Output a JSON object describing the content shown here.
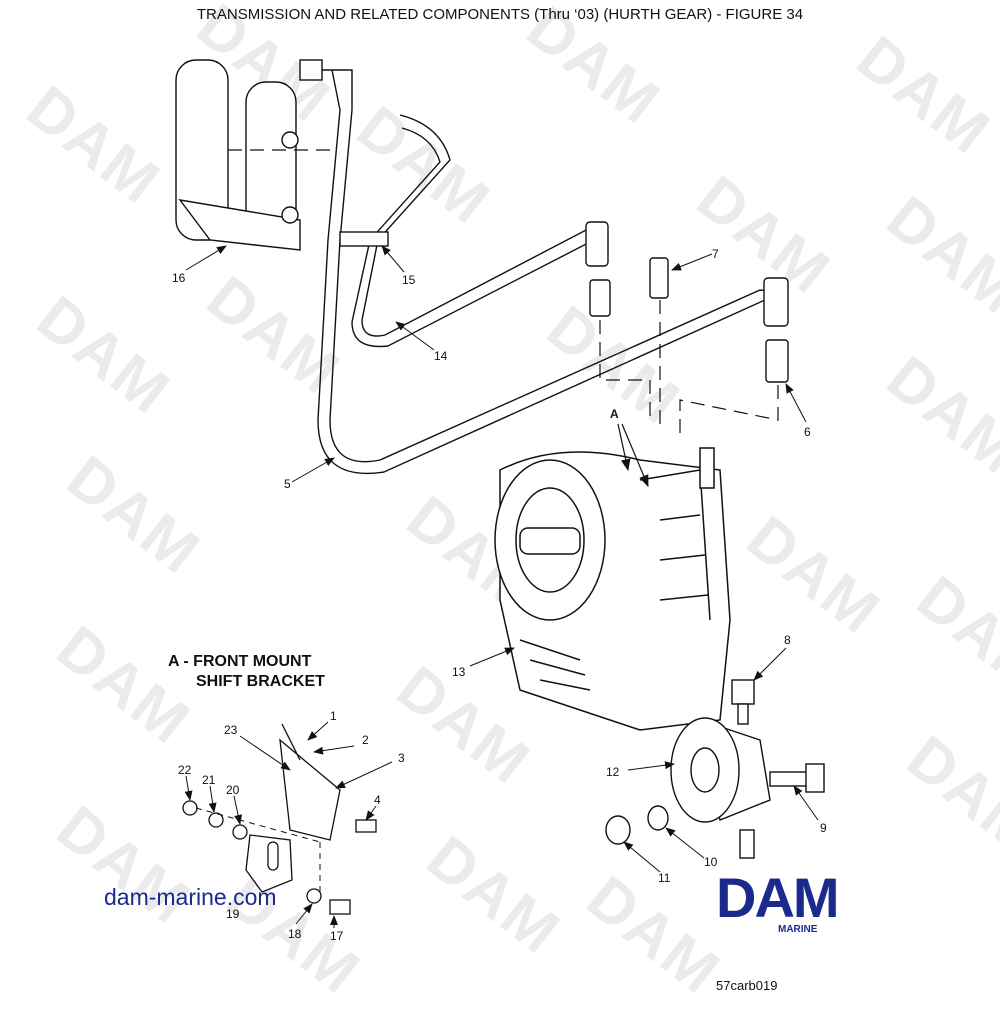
{
  "title": "TRANSMISSION AND RELATED COMPONENTS (Thru ‘03) (HURTH GEAR) - FIGURE 34",
  "watermark": "DAM",
  "detail": {
    "line1": "A - FRONT MOUNT",
    "line2": "SHIFT BRACKET",
    "label": "A"
  },
  "callouts": [
    "1",
    "2",
    "3",
    "4",
    "5",
    "6",
    "7",
    "8",
    "9",
    "10",
    "11",
    "12",
    "13",
    "14",
    "15",
    "16",
    "17",
    "18",
    "19",
    "20",
    "21",
    "22",
    "23"
  ],
  "website": "dam-marine.com",
  "logo": {
    "main": "DAM",
    "sub": "MARINE",
    "color": "#1b2a8c"
  },
  "image_code": "57carb019"
}
